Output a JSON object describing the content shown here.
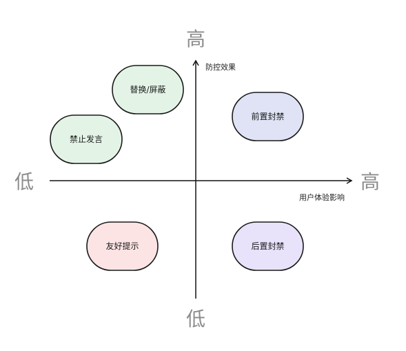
{
  "axes": {
    "y_top_label": "高",
    "y_bottom_label": "低",
    "x_left_label": "低",
    "x_right_label": "高",
    "y_title": "防控效果",
    "x_title": "用户体验影响"
  },
  "nodes": [
    {
      "id": "replace-mask",
      "label": "替换/屏蔽",
      "fill": "#e3f4e6"
    },
    {
      "id": "ban-speech",
      "label": "禁止发言",
      "fill": "#e3f4e6"
    },
    {
      "id": "pre-ban",
      "label": "前置封禁",
      "fill": "#dfe3f5"
    },
    {
      "id": "friendly-tip",
      "label": "友好提示",
      "fill": "#fde4e4"
    },
    {
      "id": "post-ban",
      "label": "后置封禁",
      "fill": "#e9e2fb"
    }
  ]
}
